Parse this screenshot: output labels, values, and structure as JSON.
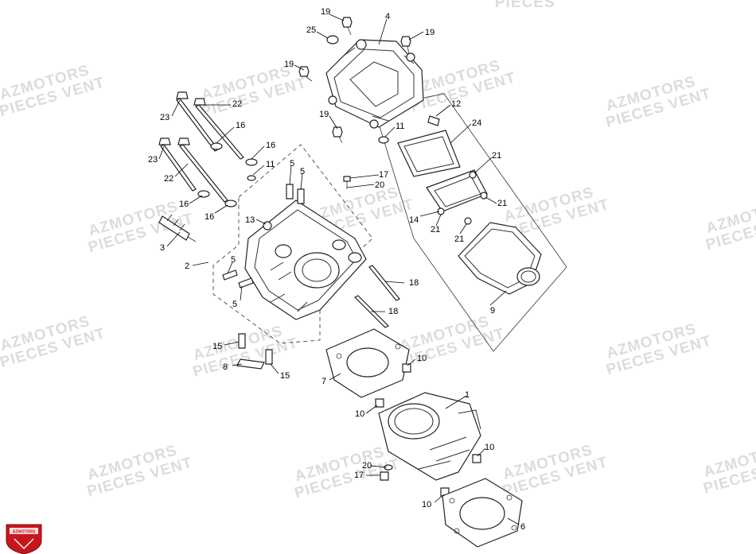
{
  "watermark": {
    "line1": "AZMOTORS",
    "line2": "PIECES VENT",
    "top_fragment": "PIECES"
  },
  "logo": {
    "text": "AZMOTORS",
    "color": "#c8161d"
  },
  "callouts": [
    {
      "id": "c19a",
      "label": "19"
    },
    {
      "id": "c4",
      "label": "4"
    },
    {
      "id": "c25",
      "label": "25"
    },
    {
      "id": "c19b",
      "label": "19"
    },
    {
      "id": "c19c",
      "label": "19"
    },
    {
      "id": "c23a",
      "label": "23"
    },
    {
      "id": "c22a",
      "label": "22"
    },
    {
      "id": "c12",
      "label": "12"
    },
    {
      "id": "c19d",
      "label": "19"
    },
    {
      "id": "c24",
      "label": "24"
    },
    {
      "id": "c16a",
      "label": "16"
    },
    {
      "id": "c11a",
      "label": "11"
    },
    {
      "id": "c16b",
      "label": "16"
    },
    {
      "id": "c23b",
      "label": "23"
    },
    {
      "id": "c5a",
      "label": "5"
    },
    {
      "id": "c11b",
      "label": "11"
    },
    {
      "id": "c5b",
      "label": "5"
    },
    {
      "id": "c21a",
      "label": "21"
    },
    {
      "id": "c17a",
      "label": "17"
    },
    {
      "id": "c22b",
      "label": "22"
    },
    {
      "id": "c20a",
      "label": "20"
    },
    {
      "id": "c16c",
      "label": "16"
    },
    {
      "id": "c16d",
      "label": "16"
    },
    {
      "id": "c21b",
      "label": "21"
    },
    {
      "id": "c13",
      "label": "13"
    },
    {
      "id": "c14",
      "label": "14"
    },
    {
      "id": "c21c",
      "label": "21"
    },
    {
      "id": "c21d",
      "label": "21"
    },
    {
      "id": "c3",
      "label": "3"
    },
    {
      "id": "c2",
      "label": "2"
    },
    {
      "id": "c5c",
      "label": "5"
    },
    {
      "id": "c18a",
      "label": "18"
    },
    {
      "id": "c5d",
      "label": "5"
    },
    {
      "id": "c9",
      "label": "9"
    },
    {
      "id": "c18b",
      "label": "18"
    },
    {
      "id": "c15a",
      "label": "15"
    },
    {
      "id": "c10a",
      "label": "10"
    },
    {
      "id": "c8",
      "label": "8"
    },
    {
      "id": "c15b",
      "label": "15"
    },
    {
      "id": "c7",
      "label": "7"
    },
    {
      "id": "c1",
      "label": "1"
    },
    {
      "id": "c10b",
      "label": "10"
    },
    {
      "id": "c10c",
      "label": "10"
    },
    {
      "id": "c20b",
      "label": "20"
    },
    {
      "id": "c17b",
      "label": "17"
    },
    {
      "id": "c10d",
      "label": "10"
    },
    {
      "id": "c6",
      "label": "6"
    }
  ]
}
